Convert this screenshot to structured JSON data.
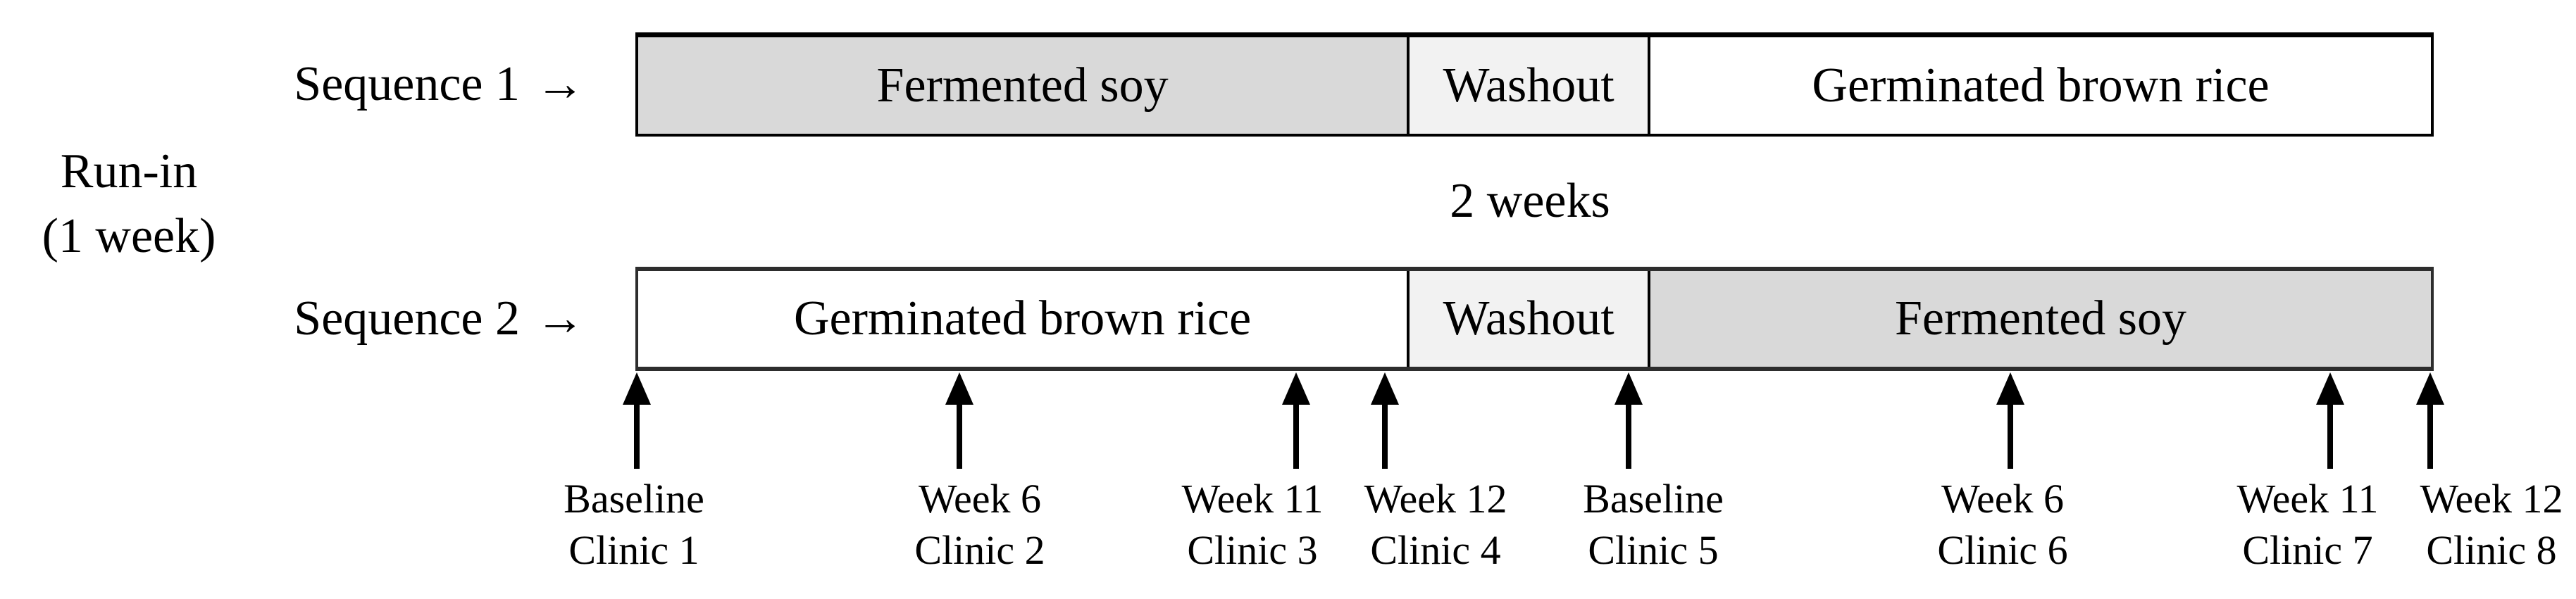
{
  "figure": {
    "run_in": {
      "line1": "Run-in",
      "line2": "(1 week)"
    },
    "sequences": [
      {
        "name": "Sequence 1",
        "arrow": "→",
        "phases": [
          "Fermented soy",
          "Washout",
          "Germinated brown rice"
        ]
      },
      {
        "name": "Sequence 2",
        "arrow": "→",
        "phases": [
          "Germinated brown rice",
          "Washout",
          "Fermented soy"
        ]
      }
    ],
    "washout_duration": "2 weeks",
    "timeline": [
      {
        "week": "Baseline",
        "clinic": "Clinic 1"
      },
      {
        "week": "Week 6",
        "clinic": "Clinic 2"
      },
      {
        "week": "Week 11",
        "clinic": "Clinic 3"
      },
      {
        "week": "Week 12",
        "clinic": "Clinic 4"
      },
      {
        "week": "Baseline",
        "clinic": "Clinic 5"
      },
      {
        "week": "Week 6",
        "clinic": "Clinic 6"
      },
      {
        "week": "Week 11",
        "clinic": "Clinic 7"
      },
      {
        "week": "Week 12",
        "clinic": "Clinic 8"
      }
    ],
    "colors": {
      "fermented_soy_fill": "#d9d9d9",
      "washout_fill": "#f2f2f2",
      "germinated_rice_fill": "#ffffff",
      "border": "#000000",
      "text": "#000000"
    }
  }
}
